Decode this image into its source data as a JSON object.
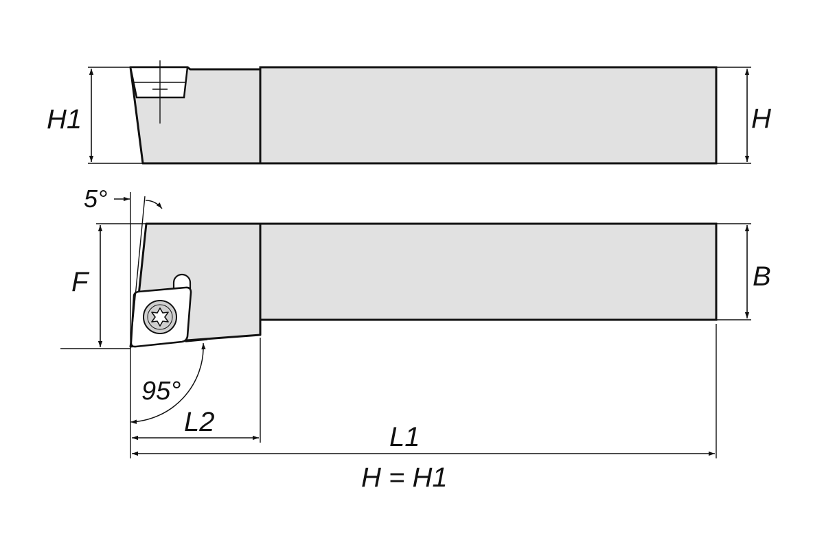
{
  "labels": {
    "H1": "H1",
    "H": "H",
    "B": "B",
    "F": "F",
    "L1": "L1",
    "L2": "L2",
    "angle_5": "5°",
    "angle_95": "95°",
    "note": "H = H1"
  },
  "colors": {
    "body_fill": "#e1e1e1",
    "line": "#111111",
    "insert_fill": "#ffffff",
    "screw_fill": "#cfcfcf"
  }
}
